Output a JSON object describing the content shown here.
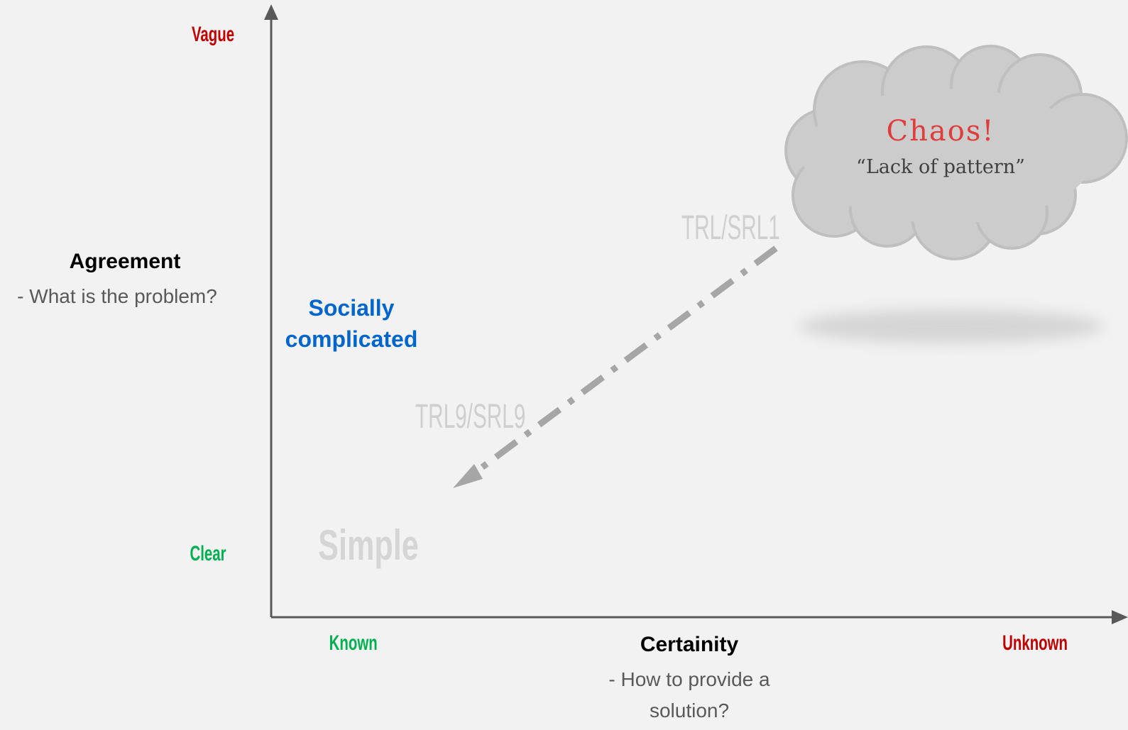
{
  "diagram": {
    "y_axis": {
      "top_label": "Vague",
      "bottom_label": "Clear",
      "title": "Agreement",
      "subtitle": "- What is the problem?"
    },
    "x_axis": {
      "left_label": "Known",
      "right_label": "Unknown",
      "title": "Certainity",
      "subtitle_line1": "- How to provide a",
      "subtitle_line2": "solution?"
    },
    "quadrants": {
      "social": "Socially complicated",
      "simple": "Simple"
    },
    "arrow": {
      "start_label": "TRL/SRL1",
      "end_label": "TRL9/SRL9"
    },
    "cloud": {
      "title": "Chaos!",
      "subtitle": "“Lack of pattern”"
    },
    "colors": {
      "red": "#c00000",
      "green": "#00b050",
      "blue": "#0066cc",
      "chaos_red": "#e03c3c",
      "axis": "#595959",
      "arrow": "#a6a6a6",
      "cloud_fill": "#cccccc",
      "cloud_stroke": "#bfbfbf"
    }
  }
}
